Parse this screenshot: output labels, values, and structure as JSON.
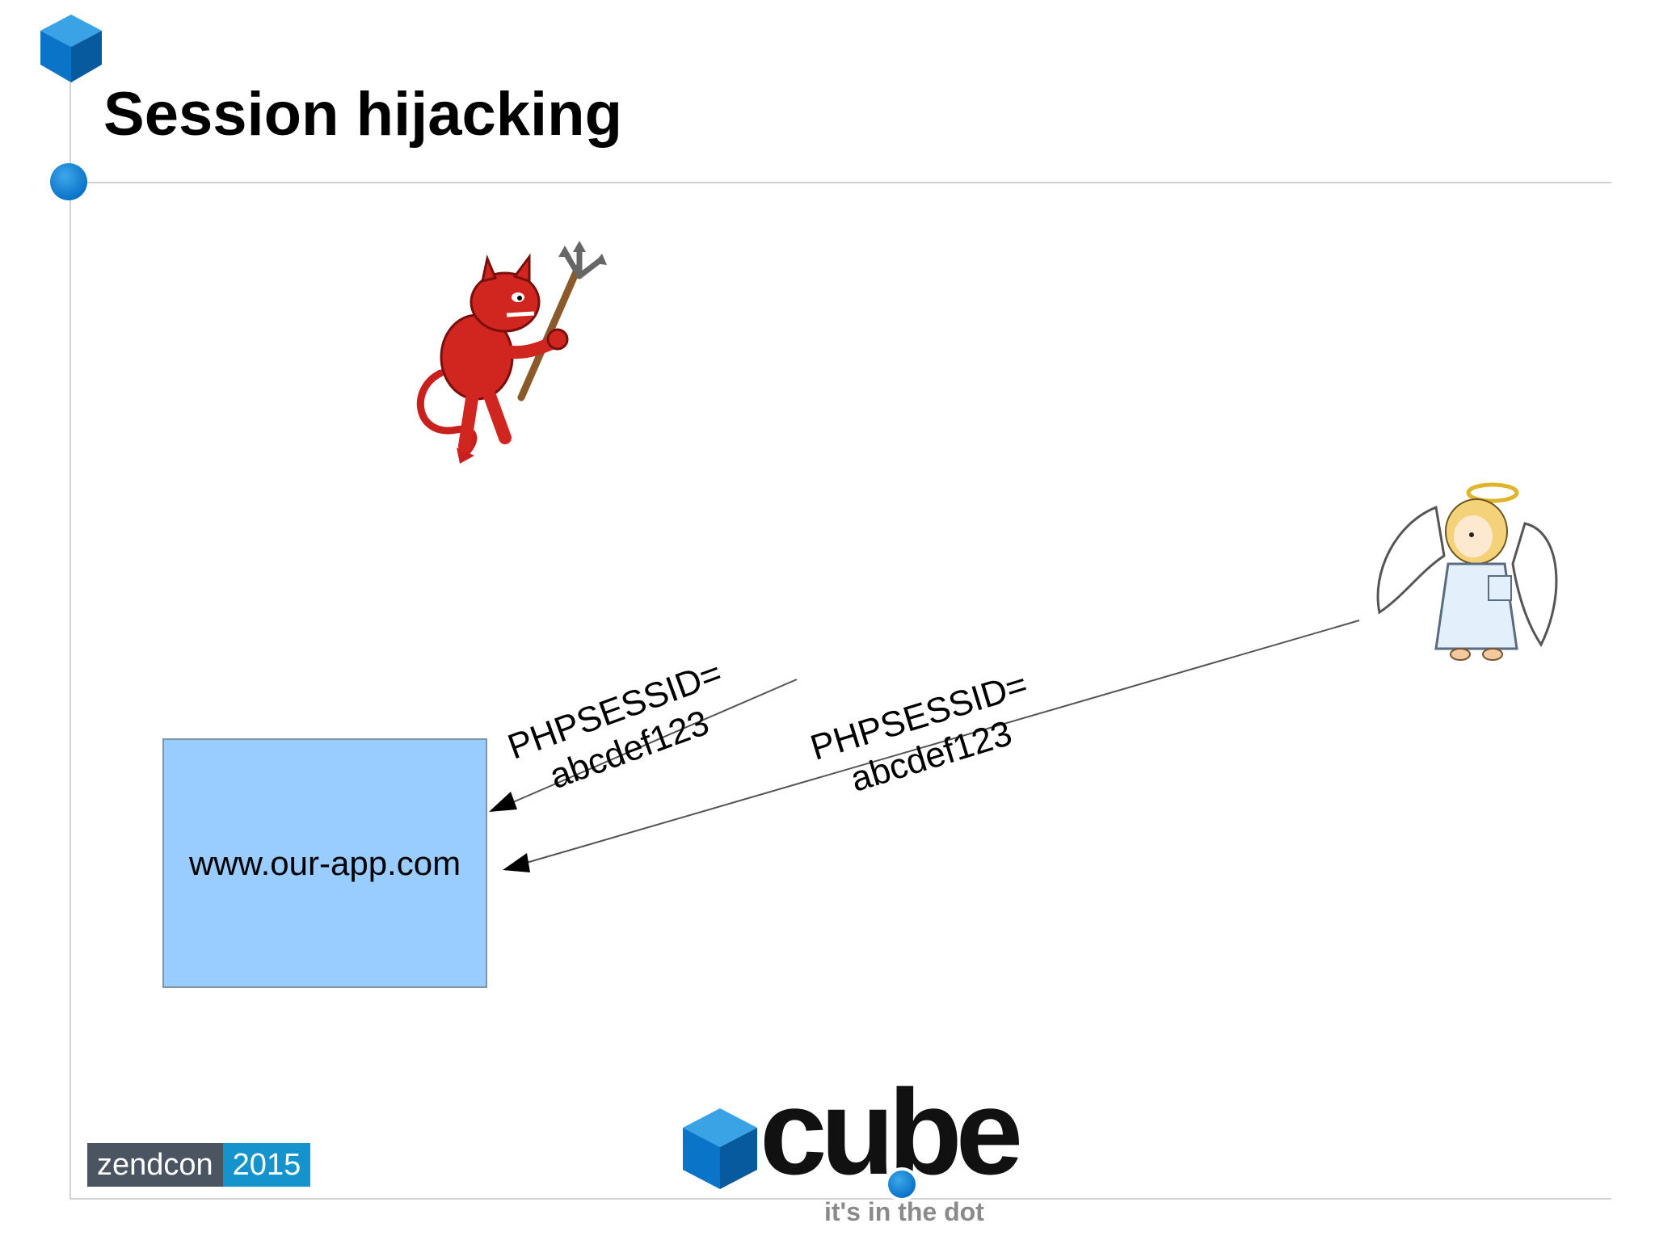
{
  "slide": {
    "title": "Session hijacking"
  },
  "diagram": {
    "server_label": "www.our-app.com",
    "attacker_request": {
      "line1": "PHPSESSID=",
      "line2": "abcdef123"
    },
    "user_request": {
      "line1": "PHPSESSID=",
      "line2": "abcdef123"
    },
    "attacker_icon": "devil-icon",
    "user_icon": "angel-icon"
  },
  "footer": {
    "event_name": "zendcon",
    "event_year": "2015",
    "brand_name": "cube",
    "brand_tagline": "it's in the dot"
  },
  "colors": {
    "server_box": "#99ccff",
    "accent_blue": "#0a74c9",
    "event_dark": "#4a5561",
    "event_blue": "#1493cc"
  }
}
